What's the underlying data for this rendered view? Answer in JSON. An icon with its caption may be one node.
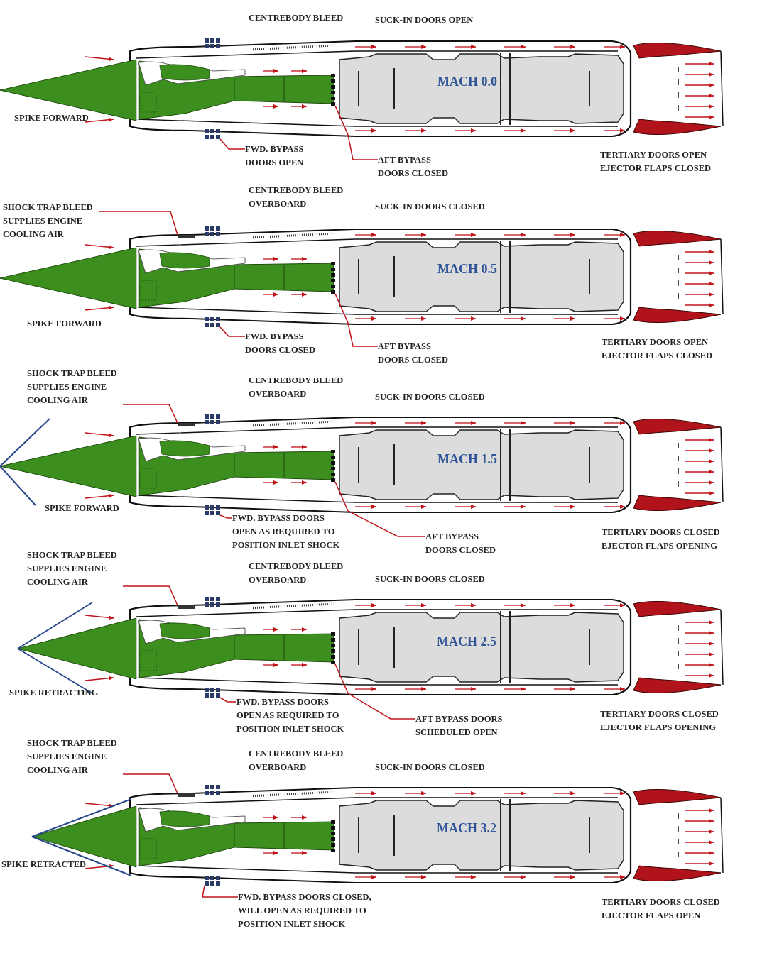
{
  "diagram": {
    "nodes": [
      {
        "text": [
          "FWD. BYPASS DOORS OPEN"
        ]
      },
      {
        "text": [
          "AFT BYPASS DOORS CLOSED"
        ]
      },
      {
        "text": [
          "SHOCK TRAP BLEED SUPPLIES ENGINE COOLING AIR"
        ]
      },
      {
        "text": [
          "FWD. BYPASS DOORS CLOSED"
        ]
      },
      {
        "text": [
          "AFT BYPASS DOORS CLOSED"
        ]
      },
      {
        "text": [
          "SHOCK TRAP BLEED SUPPLIES ENGINE COOLING AIR"
        ]
      },
      {
        "text": [
          "FWD. BYPASS DOORS OPEN AS REQUIRED TO POSITION INLET SHOCK"
        ]
      },
      {
        "text": [
          "AFT BYPASS DOORS CLOSED"
        ]
      },
      {
        "text": [
          "SHOCK TRAP BLEED SUPPLIES ENGINE COOLING AIR"
        ]
      },
      {
        "text": [
          "FWD. BYPASS DOORS OPEN AS REQUIRED TO POSITION INLET SHOCK"
        ]
      },
      {
        "text": [
          "AFT BYPASS DOORS SCHEDULED OPEN"
        ]
      },
      {
        "text": [
          "SHOCK TRAP BLEED SUPPLIES ENGINE COOLING AIR"
        ]
      },
      {
        "text": [
          "FWD. BYPASS DOORS CLOSED, WILL OPEN AS REQUIRED TO POSITION INLET SHOCK"
        ]
      },
      {
        "text": [],
        "shape": "box"
      },
      {
        "text": [],
        "shape": "box"
      },
      {
        "text": [],
        "shape": "box"
      },
      {
        "text": [],
        "shape": "box"
      },
      {
        "text": [],
        "shape": "box"
      },
      {
        "text": [],
        "shape": "box"
      },
      {
        "text": [],
        "shape": "box"
      },
      {
        "text": [],
        "shape": "box"
      },
      {
        "text": [],
        "shape": "box"
      },
      {
        "text": [],
        "shape": "box"
      },
      {
        "text": [],
        "shape": "box"
      },
      {
        "text": [],
        "shape": "box"
      },
      {
        "text": [],
        "shape": "box"
      }
    ],
    "edges": [
      {
        "from": 0,
        "to": 13,
        "arrow": "none"
      },
      {
        "from": 1,
        "to": 14,
        "arrow": "none"
      },
      {
        "from": 2,
        "to": 15,
        "arrow": "none"
      },
      {
        "from": 3,
        "to": 16,
        "arrow": "none"
      },
      {
        "from": 4,
        "to": 17,
        "arrow": "none"
      },
      {
        "from": 5,
        "to": 18,
        "arrow": "none"
      },
      {
        "from": 6,
        "to": 19,
        "arrow": "none"
      },
      {
        "from": 7,
        "to": 20,
        "arrow": "none"
      },
      {
        "from": 8,
        "to": 21,
        "arrow": "none"
      },
      {
        "from": 9,
        "to": 22,
        "arrow": "none"
      },
      {
        "from": 10,
        "to": 23,
        "arrow": "none"
      },
      {
        "from": 11,
        "to": 24,
        "arrow": "none"
      },
      {
        "from": 12,
        "to": 25,
        "arrow": "none"
      }
    ],
    "labels": [
      "CENTREBODY BLEED",
      "SUCK-IN DOORS OPEN",
      "MACH 0.0",
      "SPIKE FORWARD",
      "TERTIARY DOORS OPEN EJECTOR FLAPS CLOSED",
      "CENTREBODY BLEED OVERBOARD",
      "SUCK-IN DOORS CLOSED",
      "MACH 0.5",
      "SPIKE FORWARD",
      "TERTIARY DOORS OPEN EJECTOR FLAPS CLOSED",
      "CENTREBODY BLEED OVERBOARD",
      "SUCK-IN DOORS CLOSED",
      "MACH 1.5",
      "SPIKE FORWARD",
      "TERTIARY DOORS CLOSED EJECTOR FLAPS OPENING",
      "CENTREBODY BLEED OVERBOARD",
      "SUCK-IN DOORS CLOSED",
      "MACH 2.5",
      "SPIKE RETRACTING",
      "TERTIARY DOORS CLOSED EJECTOR FLAPS OPENING",
      "CENTREBODY BLEED OVERBOARD",
      "SUCK-IN DOORS CLOSED",
      "MACH 3.2",
      "SPIKE RETRACTED",
      "TERTIARY DOORS CLOSED EJECTOR FLAPS OPEN"
    ]
  }
}
